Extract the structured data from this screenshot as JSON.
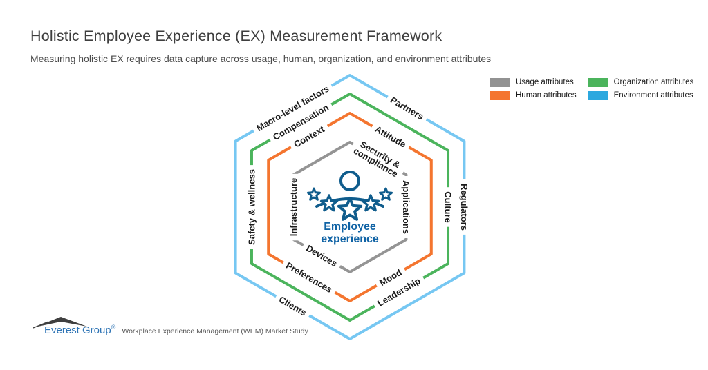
{
  "header": {
    "title": "Holistic Employee Experience (EX) Measurement Framework",
    "subtitle": "Measuring holistic EX requires data capture across usage, human, organization, and environment attributes"
  },
  "legend": {
    "items": [
      {
        "label": "Usage attributes",
        "color": "#929292",
        "icon": "usage-swatch-icon"
      },
      {
        "label": "Human attributes",
        "color": "#F4752F",
        "icon": "human-swatch-icon"
      },
      {
        "label": "Organization attributes",
        "color": "#4BB45C",
        "icon": "organization-swatch-icon"
      },
      {
        "label": "Environment attributes",
        "color": "#2CA8DF",
        "icon": "environment-swatch-icon"
      }
    ]
  },
  "diagram": {
    "rings": [
      {
        "name": "usage",
        "color": "#949494",
        "labels": [
          {
            "edge": "top-right",
            "lines": [
              "Security &",
              "compliance"
            ]
          },
          {
            "edge": "right",
            "text": "Applications"
          },
          {
            "edge": "bottom-left",
            "text": "Devices"
          },
          {
            "edge": "left",
            "text": "Infrastructure"
          }
        ]
      },
      {
        "name": "human",
        "color": "#F4752F",
        "labels": [
          {
            "edge": "top-left",
            "text": "Context"
          },
          {
            "edge": "top-right",
            "text": "Attitude"
          },
          {
            "edge": "bottom-right",
            "text": "Mood"
          },
          {
            "edge": "bottom-left",
            "text": "Preferences"
          }
        ]
      },
      {
        "name": "organization",
        "color": "#4BB45C",
        "labels": [
          {
            "edge": "top-left",
            "text": "Compensation"
          },
          {
            "edge": "right",
            "text": "Culture"
          },
          {
            "edge": "bottom-right",
            "text": "Leadership"
          },
          {
            "edge": "left",
            "text": "Safety & wellness"
          }
        ]
      },
      {
        "name": "environment",
        "color": "#76C7F2",
        "labels": [
          {
            "edge": "top-left",
            "text": "Macro-level factors"
          },
          {
            "edge": "top-right",
            "text": "Partners"
          },
          {
            "edge": "right",
            "text": "Regulators"
          },
          {
            "edge": "bottom-left",
            "text": "Clients"
          }
        ]
      }
    ],
    "center": {
      "label_lines": [
        "Employee",
        "experience"
      ],
      "icon_color": "#0F5C8C",
      "text_color": "#1063A5"
    }
  },
  "footer": {
    "brand": "Everest Group",
    "registered": "®",
    "study": "Workplace Experience Management (WEM) Market Study"
  }
}
